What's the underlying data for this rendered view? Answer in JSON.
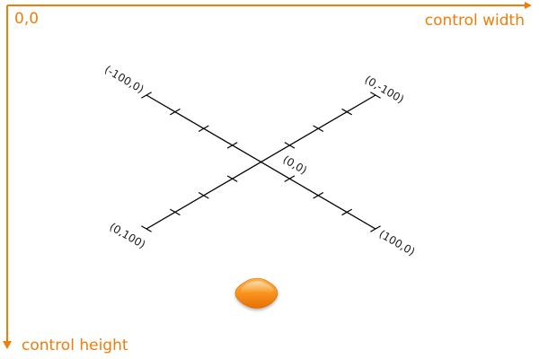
{
  "frame": {
    "origin_label": "0,0",
    "width_label": "control width",
    "height_label": "control height",
    "accent_color": "#f07d0a",
    "axis_color": "#000000"
  },
  "axes": {
    "center_label": "(0,0)",
    "end_labels": {
      "negative_x": "(-100,0)",
      "positive_x": "(100,0)",
      "negative_y": "(0,-100)",
      "positive_y": "(0,100)"
    },
    "ticks_per_half_axis": 4
  },
  "marker": {
    "shape": "diamond",
    "color": "#f7931e",
    "icon": "orange-diamond-marker-icon"
  }
}
